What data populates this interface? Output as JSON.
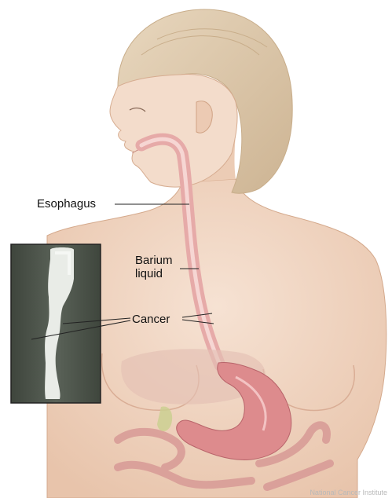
{
  "labels": {
    "esophagus": "Esophagus",
    "barium_line1": "Barium",
    "barium_line2": "liquid",
    "cancer": "Cancer"
  },
  "credit": "National Cancer Institute",
  "colors": {
    "skin": "#efd2bd",
    "hair": "#dcc7a9",
    "esophagus": "#e6aaa8",
    "stomach": "#dd8b8d",
    "xray_bg": "#4a5148"
  }
}
